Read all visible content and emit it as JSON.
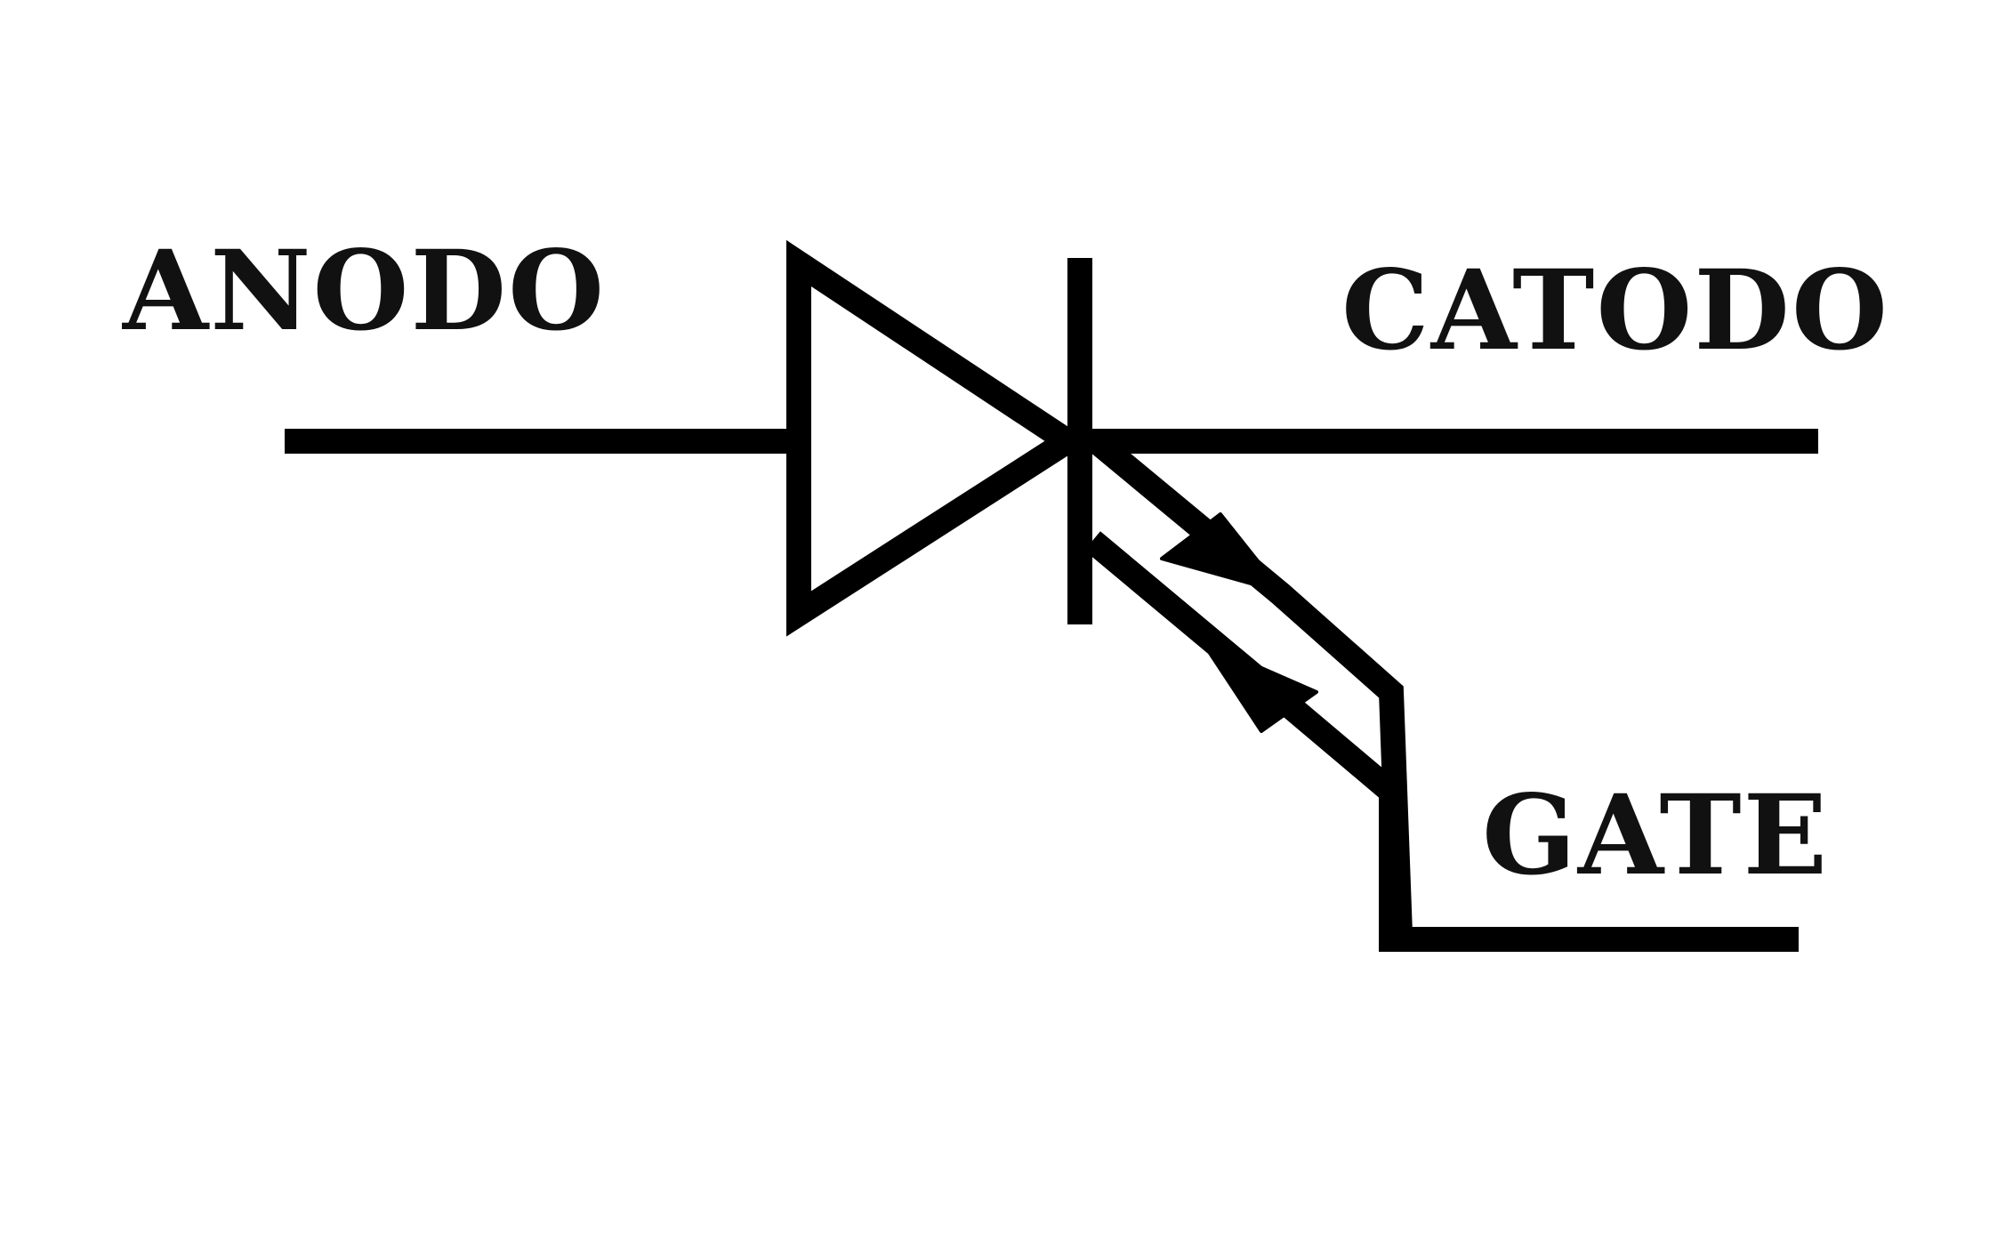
{
  "diagram": {
    "labels": {
      "anode": "ANODO",
      "cathode": "CATODO",
      "gate": "GATE"
    },
    "colors": {
      "ink": "#000000",
      "background": "#ffffff"
    }
  }
}
